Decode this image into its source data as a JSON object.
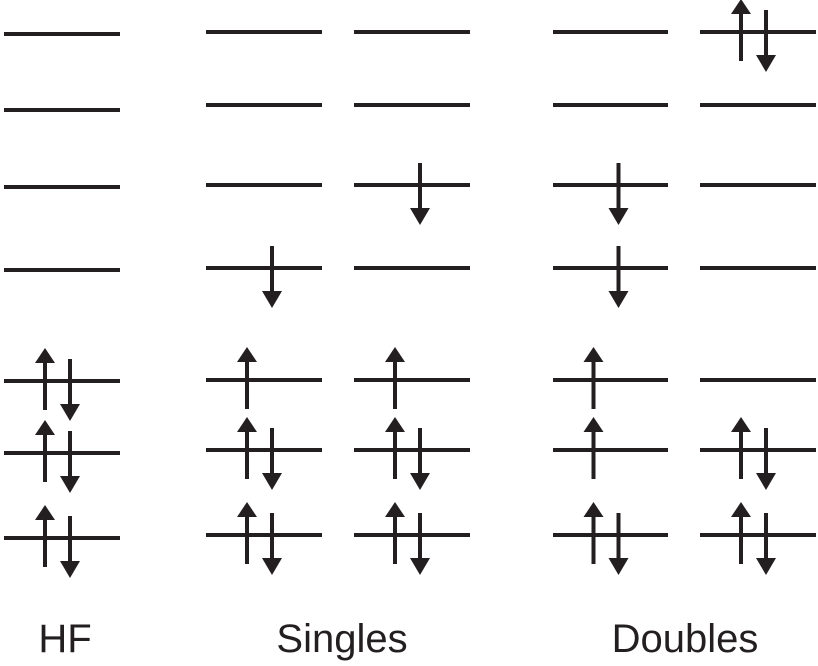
{
  "colors": {
    "ink": "#231f20",
    "background": "#ffffff"
  },
  "columns": [
    {
      "group": "HF",
      "occupancy": [
        "",
        "",
        "",
        "",
        "ud",
        "ud",
        "ud"
      ]
    },
    {
      "group": "Singles",
      "occupancy": [
        "",
        "",
        "",
        "d",
        "u",
        "ud",
        "ud"
      ]
    },
    {
      "group": "Singles",
      "occupancy": [
        "",
        "",
        "d",
        "",
        "u",
        "ud",
        "ud"
      ]
    },
    {
      "group": "Doubles",
      "occupancy": [
        "",
        "",
        "d",
        "d",
        "u",
        "u",
        "ud"
      ]
    },
    {
      "group": "Doubles",
      "occupancy": [
        "ud",
        "",
        "",
        "",
        "",
        "ud",
        "ud"
      ]
    }
  ],
  "labels": {
    "hf": "HF",
    "singles": "Singles",
    "doubles": "Doubles"
  }
}
